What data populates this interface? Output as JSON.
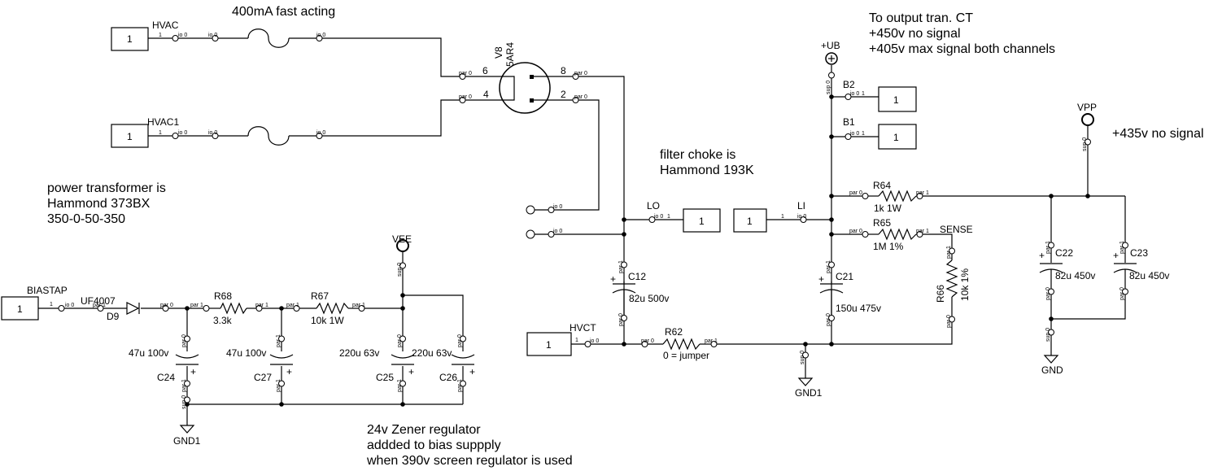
{
  "notes": {
    "fuse": "400mA fast acting",
    "output1": "To output tran. CT",
    "output2": "+450v no signal",
    "output3": "+405v max signal both channels",
    "vpp_note": "+435v no signal",
    "choke1": "filter choke is",
    "choke2": "Hammond 193K",
    "ptrans1": "power transformer is",
    "ptrans2": "Hammond 373BX",
    "ptrans3": "350-0-50-350",
    "zener1": "24v Zener regulator",
    "zener2": "addded to bias suppply",
    "zener3": "when 390v screen regulator is used"
  },
  "connectors": {
    "hvac": "HVAC",
    "hvac1": "HVAC1",
    "biastap": "BIASTAP",
    "hvct": "HVCT",
    "lo": "LO",
    "li": "LI",
    "b2": "B2",
    "b1": "B1",
    "num": "1"
  },
  "tube": {
    "ref": "V8",
    "type": "5AR4",
    "p6": "6",
    "p4": "4",
    "p8": "8",
    "p2": "2"
  },
  "rails": {
    "ub": "+UB",
    "vpp": "VPP",
    "vee": "VEE",
    "sense": "SENSE"
  },
  "grounds": {
    "gnd1a": "GND1",
    "gnd1b": "GND1",
    "gnd": "GND"
  },
  "diode": {
    "part": "UF4007",
    "ref": "D9"
  },
  "resistors": {
    "r68": {
      "ref": "R68",
      "val": "3.3k"
    },
    "r67": {
      "ref": "R67",
      "val": "10k 1W"
    },
    "r62": {
      "ref": "R62",
      "val": "0 = jumper"
    },
    "r64": {
      "ref": "R64",
      "val": "1k 1W"
    },
    "r65": {
      "ref": "R65",
      "val": "1M 1%"
    },
    "r66": {
      "ref": "R66",
      "val": "10k 1%"
    }
  },
  "capacitors": {
    "c24": {
      "ref": "C24",
      "val": "47u 100v"
    },
    "c27": {
      "ref": "C27",
      "val": "47u 100v"
    },
    "c25": {
      "ref": "C25",
      "val": "220u 63v"
    },
    "c26": {
      "ref": "C26",
      "val": "220u 63v"
    },
    "c12": {
      "ref": "C12",
      "val": "82u 500v"
    },
    "c21": {
      "ref": "C21",
      "val": "150u 475v"
    },
    "c22": {
      "ref": "C22",
      "val": "82u 450v"
    },
    "c23": {
      "ref": "C23",
      "val": "82u 450v"
    }
  },
  "pins": {
    "par0": "par 0",
    "par1": "par 1",
    "io0": "io 0",
    "sup0": "sup 0",
    "plus": "+"
  }
}
